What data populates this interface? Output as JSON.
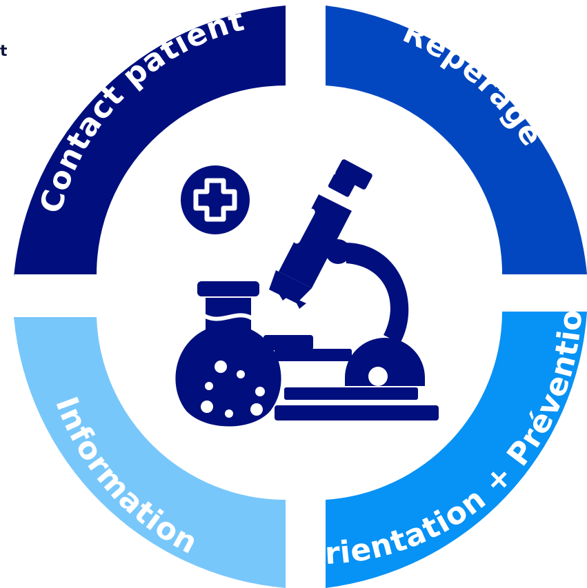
{
  "fragment": {
    "text": "t"
  },
  "segments": [
    {
      "id": "contact",
      "label": "Contact patient",
      "color": "#000f7d"
    },
    {
      "id": "reperage",
      "label": "Repérage",
      "color": "#0347c0"
    },
    {
      "id": "orientation",
      "label": "Orientation + Prévention",
      "color": "#0792f5"
    },
    {
      "id": "information",
      "label": "Information",
      "color": "#78c7fb"
    }
  ],
  "icon": {
    "name": "microscope-flask-medical-icon",
    "color": "#000f7d"
  }
}
